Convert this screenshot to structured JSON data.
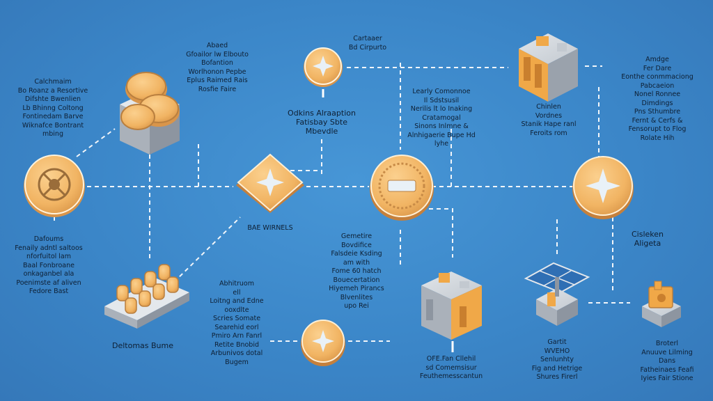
{
  "colors": {
    "background": "#3b86c8",
    "coin": "#f1b463",
    "coin_rim": "#d9954a",
    "star": "#e9f1f7",
    "block_grey": "#b8bec6",
    "block_orange": "#f0a848",
    "connector": "#f2f6fa"
  },
  "nodes": [
    {
      "id": "coin-left",
      "icon": "gear-coin-icon"
    },
    {
      "id": "coin-stack",
      "icon": "coin-stack-icon"
    },
    {
      "id": "star-diamond",
      "icon": "star-diamond-icon"
    },
    {
      "id": "coin-top",
      "icon": "star-coin-icon"
    },
    {
      "id": "gear-coin-center",
      "icon": "gear-coin-icon"
    },
    {
      "id": "cube-top",
      "icon": "cube-icon"
    },
    {
      "id": "coin-right",
      "icon": "star-coin-icon"
    },
    {
      "id": "coin-grid",
      "icon": "coin-grid-icon"
    },
    {
      "id": "coin-bottom",
      "icon": "star-coin-icon"
    },
    {
      "id": "cube-bottom",
      "icon": "cube-icon"
    },
    {
      "id": "panel",
      "icon": "solar-panel-icon"
    },
    {
      "id": "machine",
      "icon": "machine-icon"
    }
  ],
  "labels": {
    "left_top": {
      "lines": [
        "Calchmaim",
        "Bo Roanz a Resortive",
        "Difshte Bwenlien",
        "Lb Bhinng Coltong",
        "Fontinedam Barve",
        "Wiknafce Bontrant",
        "mbing"
      ]
    },
    "left_mid": {
      "lines": [
        "Dafoums",
        "Fenaily adntl saltoos",
        "nforfuitol lam",
        "Baal Fonbroane",
        "onkaganbel ala",
        "Poenimste af aliven",
        "Fedore Bast"
      ]
    },
    "left_bottom": {
      "lines": [
        "Deltomas Bume"
      ]
    },
    "top_mid": {
      "lines": [
        "Abaed",
        "Gfoailor lw Elbouto",
        "Bofantion",
        "Worlhonon Pepbe",
        "Eplus Raimed Rais",
        "Rosfie Faire"
      ]
    },
    "star_label": {
      "lines": [
        "BAE WIRNELS"
      ]
    },
    "center_top": {
      "lines": [
        "Odkins Alraaption",
        "Fatisbay Sbte",
        "Mbevdle"
      ]
    },
    "top_coin": {
      "lines": [
        "Cartaaer",
        "Bd Cirpurto"
      ]
    },
    "mid_right_top": {
      "lines": [
        "Learly Comonnoe",
        "Il Sdstsusil",
        "Nerilis lt lo Inaking",
        "Cratamogal",
        "Sinons Inlmne &",
        "Alnhigaerie Bupe Hd",
        "lyhe"
      ]
    },
    "center_mid": {
      "lines": [
        "Gemetire",
        "Bovdifice",
        "Falsdeie Ksding",
        "am with",
        "Fome 60 hatch",
        "Bouecertation",
        "Hiyemeh Pirancs",
        "Blvenlites",
        "upo Rei"
      ]
    },
    "bottom_mid": {
      "lines": [
        "Abhitruom",
        "ell",
        "Loitng and Edne",
        "ooxdlte",
        "Scries Somate",
        "Searehid eorl",
        "Pmiro Arn Fanrl",
        "Retite Bnobid",
        "Arbunivos dotal",
        "Bugem"
      ]
    },
    "cube_top": {
      "lines": [
        "Chinlen",
        "Vordnes",
        "Stanik Hape ranl",
        "Feroits rom"
      ]
    },
    "right_top": {
      "lines": [
        "Amdge",
        "Fer Dare",
        "Eonthe conmmaciong",
        "Pabcaeion",
        "Nonel Ronnee",
        "Dimdings",
        "Pns Sthumbre",
        "Fernt & Cerfs &",
        "Fensorupt to Flog",
        "Rolate Hih"
      ]
    },
    "right_mid": {
      "lines": [
        "Cisleken",
        "Aligeta"
      ]
    },
    "cube_bottom": {
      "lines": [
        "OFE.Fan Cllehil",
        "sd Comemsisur",
        "Feuthemesscantun"
      ]
    },
    "panel": {
      "lines": [
        "Gartit",
        "WVEHO",
        "Senlunhty",
        "Fig and Hetrige",
        "Shures Firerl"
      ]
    },
    "right_bottom": {
      "lines": [
        "Broterl",
        "Anuuve Lilming",
        "Dans",
        "Fatheinaes Feafi",
        "Iyies Fair Stione"
      ]
    }
  }
}
